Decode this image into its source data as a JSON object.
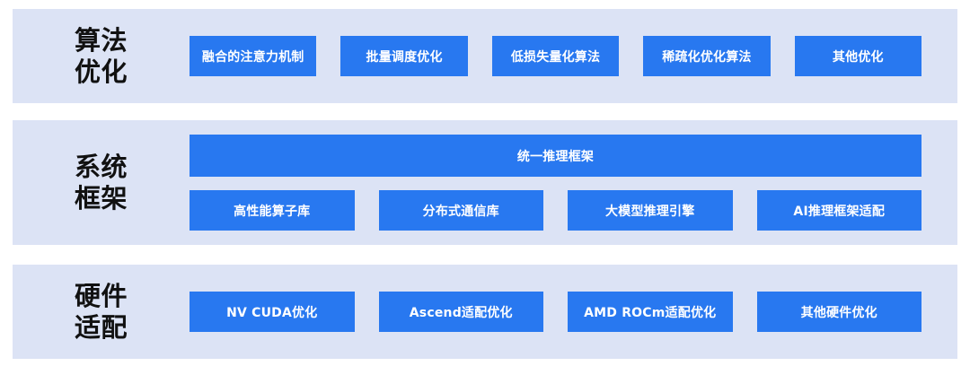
{
  "diagram": {
    "title_visible": false,
    "colors": {
      "page_background": "#ffffff",
      "panel_background": "#dce3f5",
      "chip_fill": "#2878f0",
      "chip_text": "#ffffff",
      "label_text": "#111111"
    },
    "layers": [
      {
        "id": "algorithm-optimization",
        "label": "算法\n优化",
        "label_line1": "算法",
        "label_line2": "优化",
        "rows": [
          {
            "full_width": false,
            "chips": [
              "融合的注意力机制",
              "批量调度优化",
              "低损失量化算法",
              "稀疏化优化算法",
              "其他优化"
            ]
          }
        ]
      },
      {
        "id": "system-framework",
        "label": "系统\n框架",
        "label_line1": "系统",
        "label_line2": "框架",
        "rows": [
          {
            "full_width": true,
            "chips": [
              "统一推理框架"
            ]
          },
          {
            "full_width": false,
            "chips": [
              "高性能算子库",
              "分布式通信库",
              "大模型推理引擎",
              "AI推理框架适配"
            ]
          }
        ]
      },
      {
        "id": "hardware-adaptation",
        "label": "硬件\n适配",
        "label_line1": "硬件",
        "label_line2": "适配",
        "rows": [
          {
            "full_width": false,
            "chips": [
              "NV CUDA优化",
              "Ascend适配优化",
              "AMD ROCm适配优化",
              "其他硬件优化"
            ]
          }
        ]
      }
    ]
  }
}
